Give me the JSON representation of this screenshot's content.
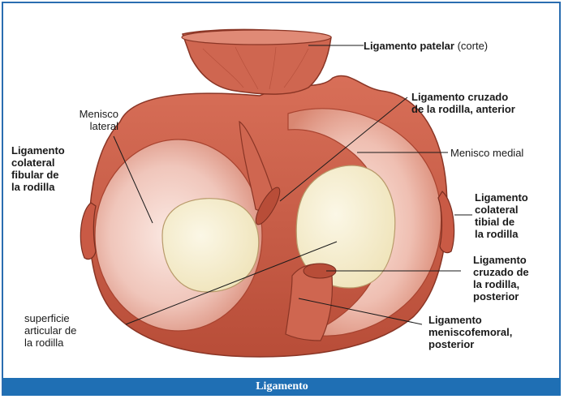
{
  "labels": {
    "ligamento_patelar_bold": "Ligamento patelar",
    "ligamento_patelar_suffix": " (corte)",
    "lig_cruzado_anterior": "Ligamento cruzado\nde la rodilla, anterior",
    "menisco_lateral": "Menisco\nlateral",
    "lig_colateral_fibular": "Ligamento\ncolateral\nfibular de\nla rodilla",
    "menisco_medial": "Menisco medial",
    "lig_colateral_tibial": "Ligamento\ncolateral\ntibial de\nla rodilla",
    "lig_cruzado_posterior": "Ligamento\ncruzado de\nla rodilla,\nposterior",
    "superficie_articular": "superficie\narticular de\nla rodilla",
    "lig_meniscofemoral": "Ligamento\nmeniscofemoral,\nposterior"
  },
  "caption": "Ligamento",
  "colors": {
    "frame_border": "#2a6db0",
    "caption_bg": "#1f6fb4",
    "muscle": "#c95a45",
    "muscle_dark": "#a8432f",
    "meniscus": "#efc2b8",
    "cartilage": "#f4ecc8"
  }
}
